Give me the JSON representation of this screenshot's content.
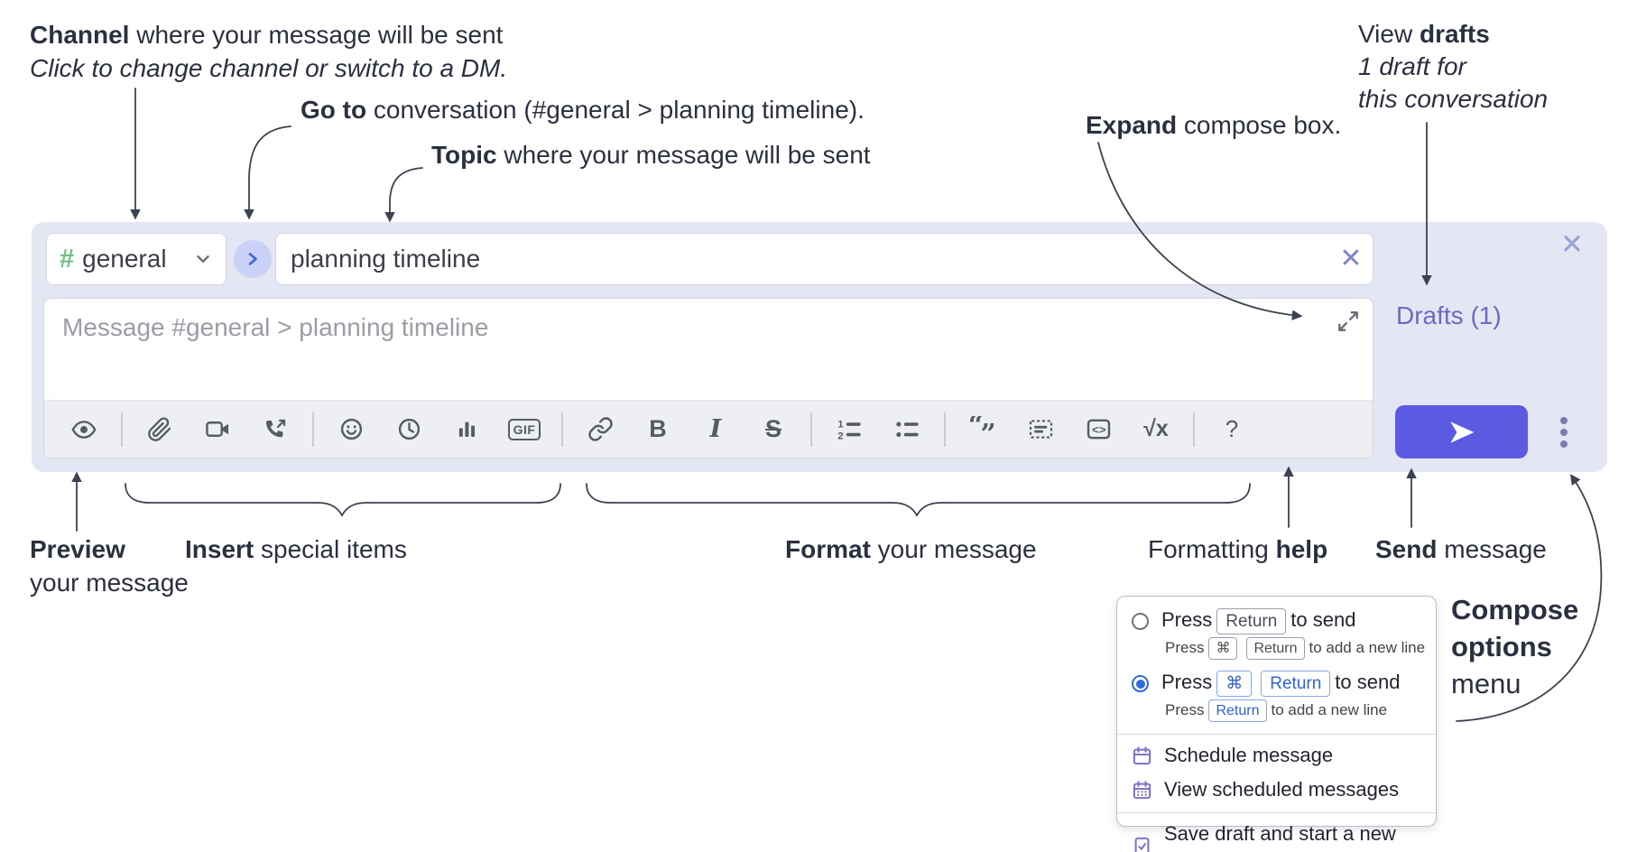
{
  "colors": {
    "compose_bg": "#e4e6f4",
    "accent_send": "#5a5be1",
    "drafts_link": "#6f68c4",
    "circle_btn_bg": "#c9d1f6",
    "circle_btn_chevron": "#3e66df",
    "hash_green": "#6fc383",
    "radio_selected": "#2f6ade",
    "kbd_blue": "#2b63d9",
    "menu_icon_purple": "#7b74ca",
    "toolbar_icon": "#575b64",
    "annotation_text": "#2b3040"
  },
  "annotations": {
    "channel": {
      "bold": "Channel",
      "rest": " where your message will be sent",
      "sub": "Click to change channel or switch to a DM."
    },
    "go_to": {
      "bold": "Go to",
      "rest": " conversation (#general > planning timeline)."
    },
    "topic": {
      "bold": "Topic",
      "rest": " where your message will be sent"
    },
    "expand": {
      "bold": "Expand",
      "rest": " compose box."
    },
    "view_drafts": {
      "pre": "View ",
      "bold": "drafts",
      "sub1": "1 draft for",
      "sub2": "this conversation"
    },
    "preview": {
      "bold": "Preview",
      "rest": "your message"
    },
    "insert": {
      "bold": "Insert",
      "rest": " special items"
    },
    "format": {
      "bold": "Format",
      "rest": " your message"
    },
    "formatting_help": {
      "pre": "Formatting ",
      "bold": "help"
    },
    "send": {
      "bold": "Send",
      "rest": " message"
    },
    "compose_options": {
      "bold1": "Compose",
      "bold2": "options",
      "rest": "menu"
    }
  },
  "compose": {
    "channel_hash": "#",
    "channel_name": "general",
    "topic_value": "planning timeline",
    "topic_clear": "✕",
    "close": "✕",
    "message_placeholder": "Message #general > planning timeline",
    "drafts_label": "Drafts (1)"
  },
  "toolbar": {
    "groups": [
      [
        "preview"
      ],
      [
        "attach",
        "video-call",
        "audio-call"
      ],
      [
        "emoji",
        "time",
        "poll",
        "gif"
      ],
      [
        "link",
        "bold",
        "italic",
        "strikethrough"
      ],
      [
        "numbered-list",
        "bulleted-list"
      ],
      [
        "quote",
        "spoiler",
        "code",
        "math"
      ],
      [
        "help"
      ]
    ],
    "labels": {
      "gif": "GIF",
      "bold": "B",
      "italic": "I",
      "strikethrough": "S",
      "math": "√x",
      "help": "?"
    }
  },
  "popup": {
    "option1": {
      "selected": false,
      "press": "Press",
      "kbd1": "Return",
      "after": "to send",
      "sub_press": "Press",
      "sub_kbd1": "⌘",
      "sub_kbd2": "Return",
      "sub_after": "to add a new line"
    },
    "option2": {
      "selected": true,
      "press": "Press",
      "kbd1": "⌘",
      "kbd2": "Return",
      "after": "to send",
      "sub_press": "Press",
      "sub_kbd1": "Return",
      "sub_after": "to add a new line"
    },
    "items": [
      {
        "icon": "calendar-icon",
        "label": "Schedule message"
      },
      {
        "icon": "calendar-grid-icon",
        "label": "View scheduled messages"
      },
      {
        "icon": "save-draft-icon",
        "label": "Save draft and start a new message"
      }
    ]
  }
}
